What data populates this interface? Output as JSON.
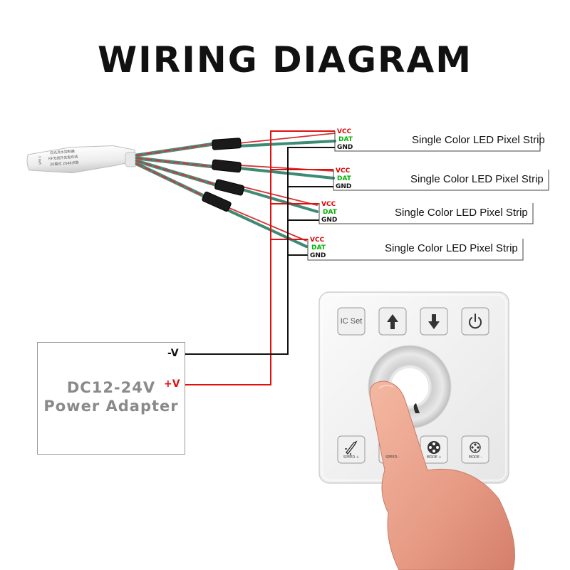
{
  "title": "WIRING DIAGRAM",
  "strip_label": "Single Color LED Pixel Strip",
  "pins": {
    "vcc": "VCC",
    "dat": "DAT",
    "gnd": "GND"
  },
  "controller_text": [
    "白光流水控制器",
    "RF无线开关免布线",
    "20模式  2048点数"
  ],
  "controller_side": "SMS-1",
  "power_supply": {
    "line1": "DC12-24V",
    "line2": "Power Adapter",
    "neg": "-V",
    "pos": "+V"
  },
  "panel": {
    "ic_set": "IC Set",
    "bottom_labels": [
      "SPEED +",
      "SPEED -",
      "MODE +",
      "MODE -"
    ]
  },
  "colors": {
    "vcc": "#e00000",
    "dat": "#00b400",
    "gnd": "#111111",
    "wire_red": "#e01010"
  }
}
